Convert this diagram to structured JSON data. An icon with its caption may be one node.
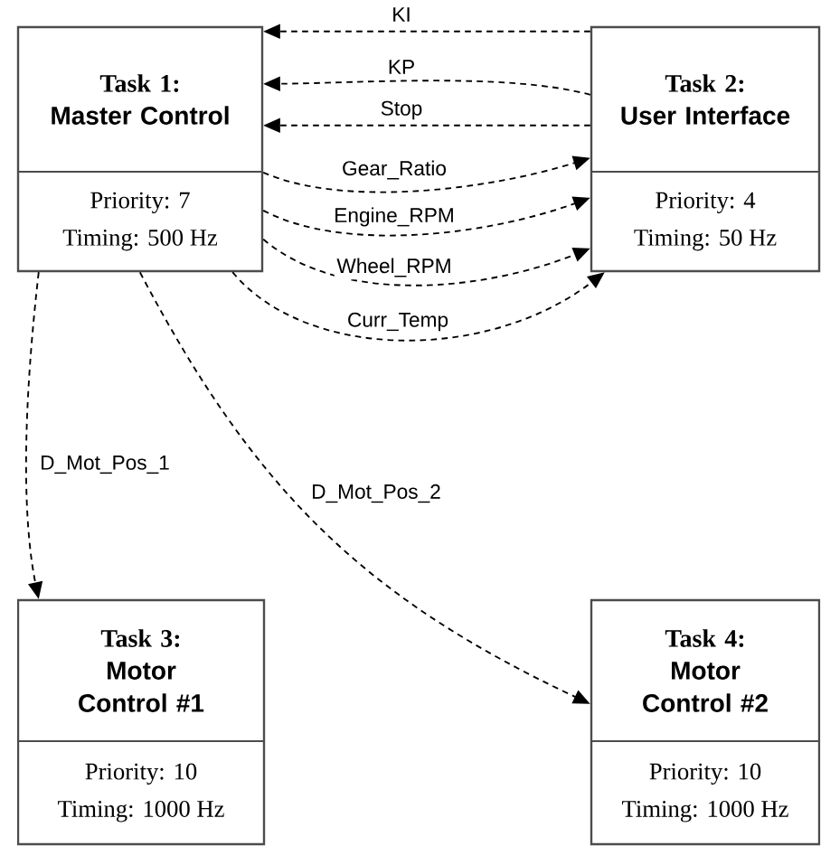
{
  "diagram": {
    "nodes": [
      {
        "text": [
          "Task 1:",
          "Master Control",
          "Priority: 7",
          "Timing: 500 Hz"
        ]
      },
      {
        "text": [
          "Task 2:",
          "User Interface",
          "Priority: 4",
          "Timing: 50 Hz"
        ]
      },
      {
        "text": [
          "Task 3:",
          "Motor Control #1",
          "Priority: 10",
          "Timing: 1000 Hz"
        ]
      },
      {
        "text": [
          "Task 4:",
          "Motor Control #2",
          "Priority: 10",
          "Timing: 1000 Hz"
        ]
      }
    ],
    "edges": [
      {
        "from": 1,
        "to": 0,
        "arrow": "to",
        "label": "KI",
        "style": "dashed"
      },
      {
        "from": 1,
        "to": 0,
        "arrow": "to",
        "label": "KP",
        "style": "dashed"
      },
      {
        "from": 1,
        "to": 0,
        "arrow": "to",
        "label": "Stop",
        "style": "dashed"
      },
      {
        "from": 0,
        "to": 1,
        "arrow": "to",
        "label": "Gear_Ratio",
        "style": "dashed"
      },
      {
        "from": 0,
        "to": 1,
        "arrow": "to",
        "label": "Engine_RPM",
        "style": "dashed"
      },
      {
        "from": 0,
        "to": 1,
        "arrow": "to",
        "label": "Wheel_RPM",
        "style": "dashed"
      },
      {
        "from": 0,
        "to": 1,
        "arrow": "to",
        "label": "Curr_Temp",
        "style": "dashed"
      },
      {
        "from": 0,
        "to": 2,
        "arrow": "to",
        "label": "D_Mot_Pos_1",
        "style": "dashed"
      },
      {
        "from": 0,
        "to": 3,
        "arrow": "to",
        "label": "D_Mot_Pos_2",
        "style": "dashed"
      }
    ]
  }
}
